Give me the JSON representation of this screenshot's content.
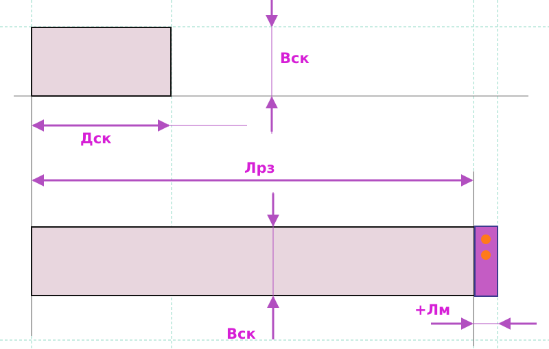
{
  "labels": {
    "top_height": "Вск",
    "width": "Дск",
    "total_length": "Лрз",
    "bottom_height": "Вск",
    "allowance": "+Лм"
  },
  "colors": {
    "label": "#d61fd6",
    "arrow": "#b24fc0",
    "grid": "#8fd9c4",
    "panel_fill": "#e8d6de",
    "panel_stroke": "#111111",
    "tab_fill": "#c45cc4",
    "tab_stroke": "#3b3b8f",
    "dot": "#ff7a1a",
    "baseline": "#777777",
    "ext_line": "#555555"
  }
}
